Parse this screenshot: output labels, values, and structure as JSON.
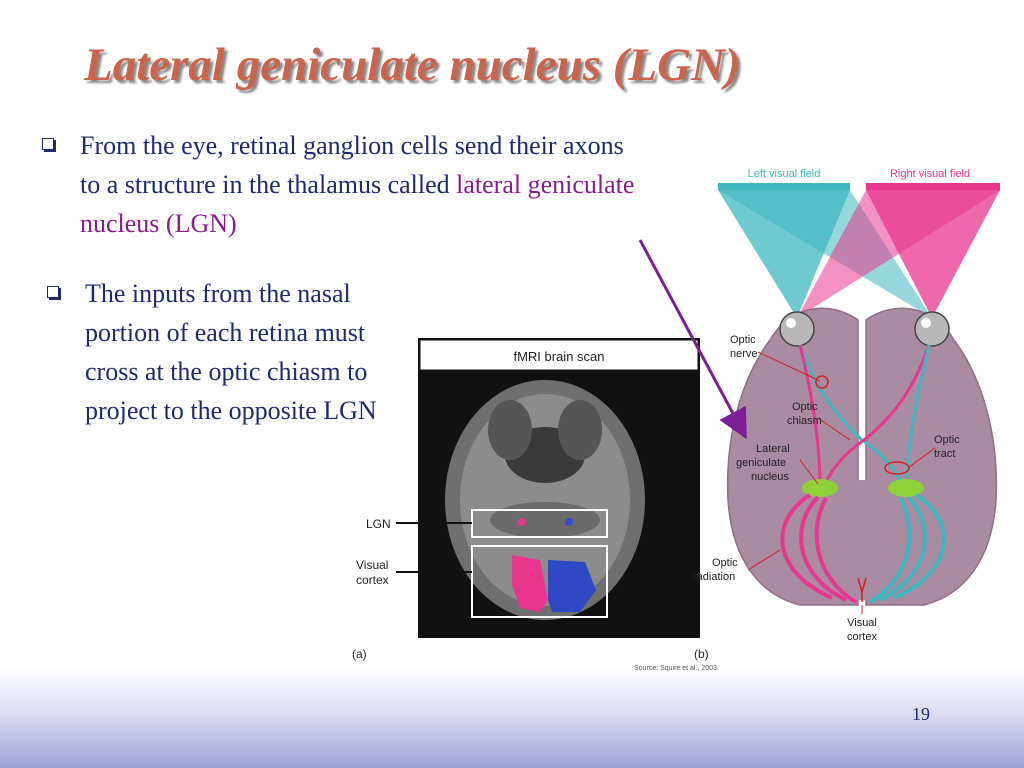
{
  "slide": {
    "title": "Lateral geniculate nucleus (LGN)",
    "page_number": "19",
    "bullets": [
      {
        "text_before": "From the eye, retinal ganglion cells send their axons to a structure in the thalamus called ",
        "highlight": "lateral geniculate nucleus (LGN)"
      },
      {
        "text": "The inputs from the nasal portion of each retina must cross at the optic chiasm to project to the opposite LGN"
      }
    ]
  },
  "figure": {
    "panel_a": {
      "header": "fMRI brain scan",
      "label": "(a)",
      "callouts": {
        "lgn": "LGN",
        "visual_cortex_line1": "Visual",
        "visual_cortex_line2": "cortex"
      }
    },
    "panel_b": {
      "label": "(b)",
      "left_visual_field": "Left visual field",
      "right_visual_field": "Right visual field",
      "optic_nerve_1": "Optic",
      "optic_nerve_2": "nerve",
      "optic_chiasm_1": "Optic",
      "optic_chiasm_2": "chiasm",
      "lgn_1": "Lateral",
      "lgn_2": "geniculate",
      "lgn_3": "nucleus",
      "optic_tract_1": "Optic",
      "optic_tract_2": "tract",
      "optic_radiation_1": "Optic",
      "optic_radiation_2": "radiation",
      "visual_cortex_1": "Visual",
      "visual_cortex_2": "cortex"
    },
    "source": "Source: Squire et al., 2003.",
    "colors": {
      "left_field": "#3fb7c0",
      "right_field": "#e8368f",
      "brain": "#a98ba2",
      "lgn_green": "#8fd13a",
      "arrow": "#7a1f95",
      "title": "#c8654c",
      "text": "#1e2a6e"
    }
  }
}
